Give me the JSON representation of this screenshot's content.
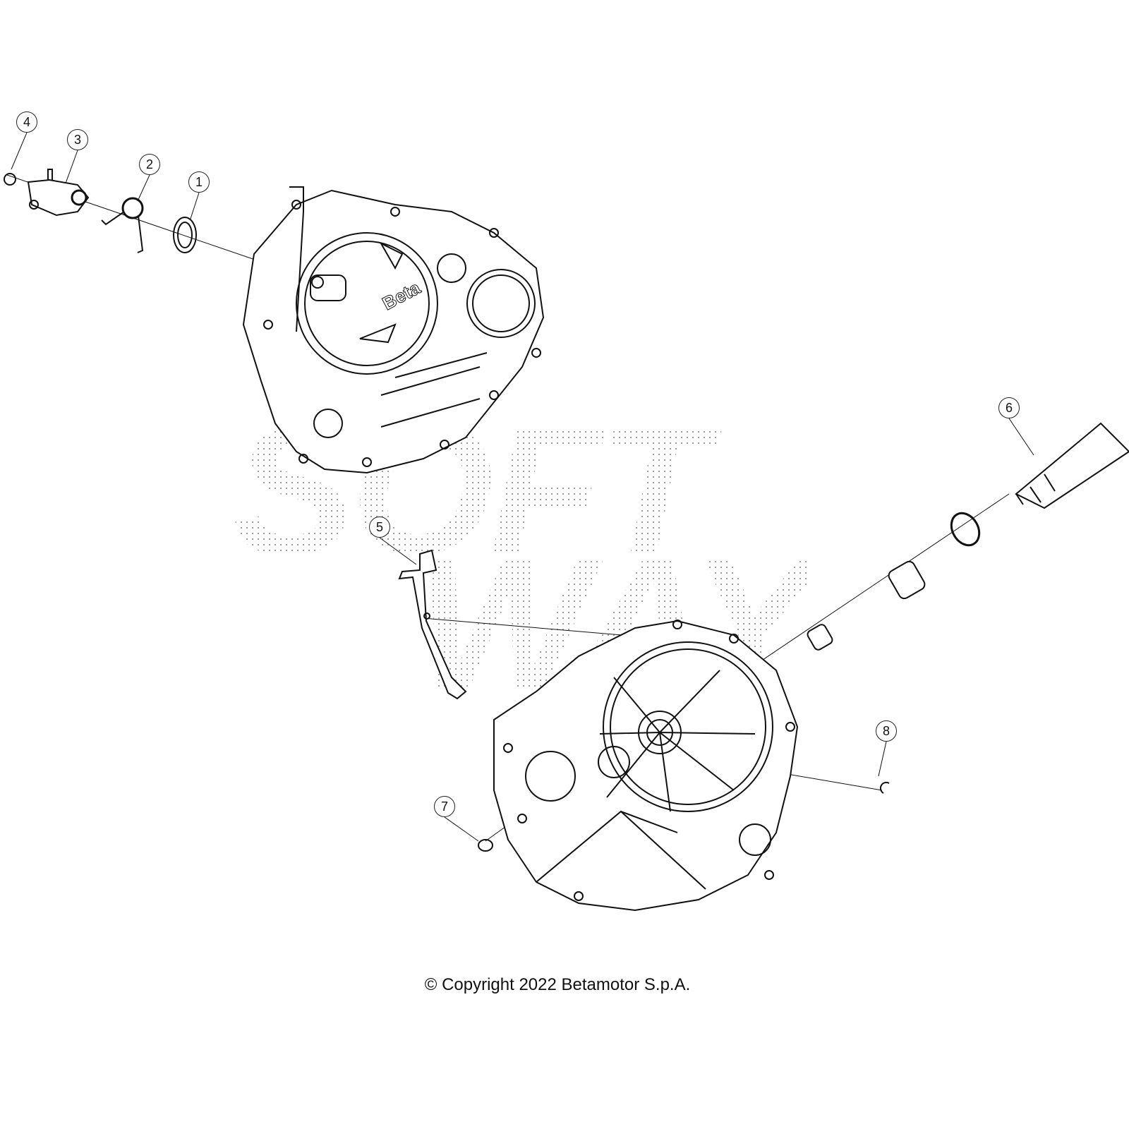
{
  "watermark": {
    "line1": "SOFT",
    "line2": "WAY"
  },
  "cover_logo": "Beta",
  "callouts": [
    {
      "label": "1"
    },
    {
      "label": "2"
    },
    {
      "label": "3"
    },
    {
      "label": "4"
    },
    {
      "label": "5"
    },
    {
      "label": "6"
    },
    {
      "label": "7"
    },
    {
      "label": "8"
    }
  ],
  "copyright": "© Copyright 2022 Betamotor S.p.A."
}
